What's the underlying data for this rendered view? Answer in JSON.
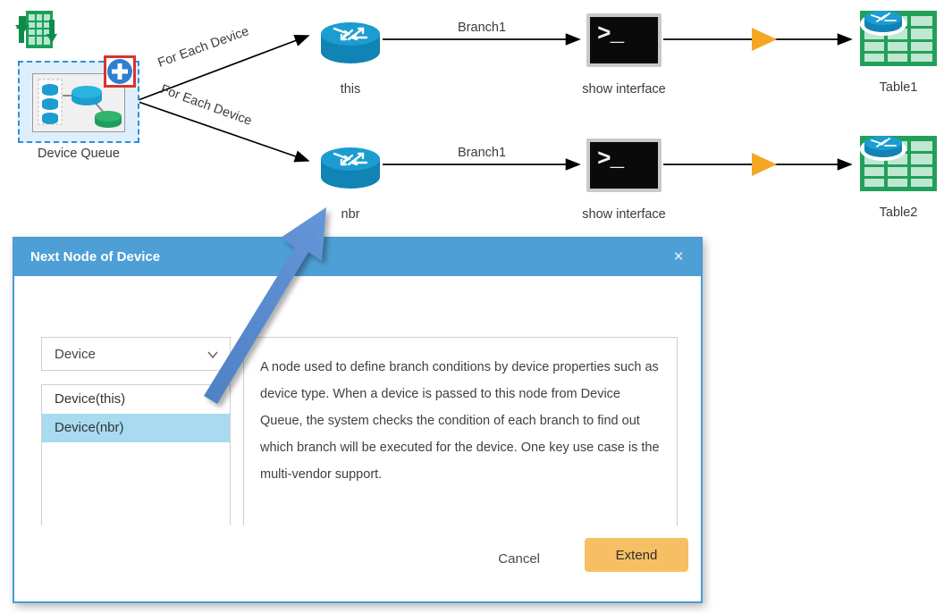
{
  "workflow": {
    "queue_icon_name": "queue-table-icon",
    "device_queue": {
      "label": "Device Queue",
      "badge_icon": "add-plus-icon",
      "selected": true
    },
    "edges": [
      {
        "label": "For Each Device",
        "from": "Device Queue",
        "to": "this"
      },
      {
        "label": "For Each Device",
        "from": "Device Queue",
        "to": "nbr"
      },
      {
        "label": "Branch1",
        "from": "this",
        "to": "show interface"
      },
      {
        "label": "Branch1",
        "from": "nbr",
        "to": "show interface"
      }
    ],
    "rows": [
      {
        "router_label": "this",
        "command_label": "show interface",
        "command_prompt": ">_",
        "table_label": "Table1"
      },
      {
        "router_label": "nbr",
        "command_label": "show interface",
        "command_prompt": ">_",
        "table_label": "Table2"
      }
    ]
  },
  "dialog": {
    "title": "Next Node of Device",
    "close_icon": "×",
    "type_select": {
      "value": "Device",
      "chevron_icon": "chevron-down-icon"
    },
    "node_list": [
      {
        "label": "Device(this)",
        "selected": false
      },
      {
        "label": "Device(nbr)",
        "selected": true
      }
    ],
    "description": "A node used to define branch conditions by device properties such as device type. When a device is passed to this node from Device Queue, the system checks the condition of each branch to find out which branch will be executed for the device. One key use case is the multi-vendor support.",
    "cancel_label": "Cancel",
    "extend_label": "Extend"
  },
  "annotation": {
    "arrow_name": "callout-arrow",
    "points_from": "Device(nbr)",
    "points_to": "nbr"
  },
  "colors": {
    "dialog_header": "#4e9fd6",
    "dialog_border": "#4a9ad4",
    "extend_button": "#f7bf63",
    "list_selected": "#a8daf0",
    "node_selected_fill": "#dfeefb",
    "node_selected_border": "#2f8fd4",
    "edge_marker": "#f5a623",
    "router": "#1b9dd1",
    "table_green": "#22a05a",
    "plus_badge": "#2f7fd0",
    "plus_badge_outline": "#d9342b",
    "annotation_arrow": "#5b8fd4"
  }
}
